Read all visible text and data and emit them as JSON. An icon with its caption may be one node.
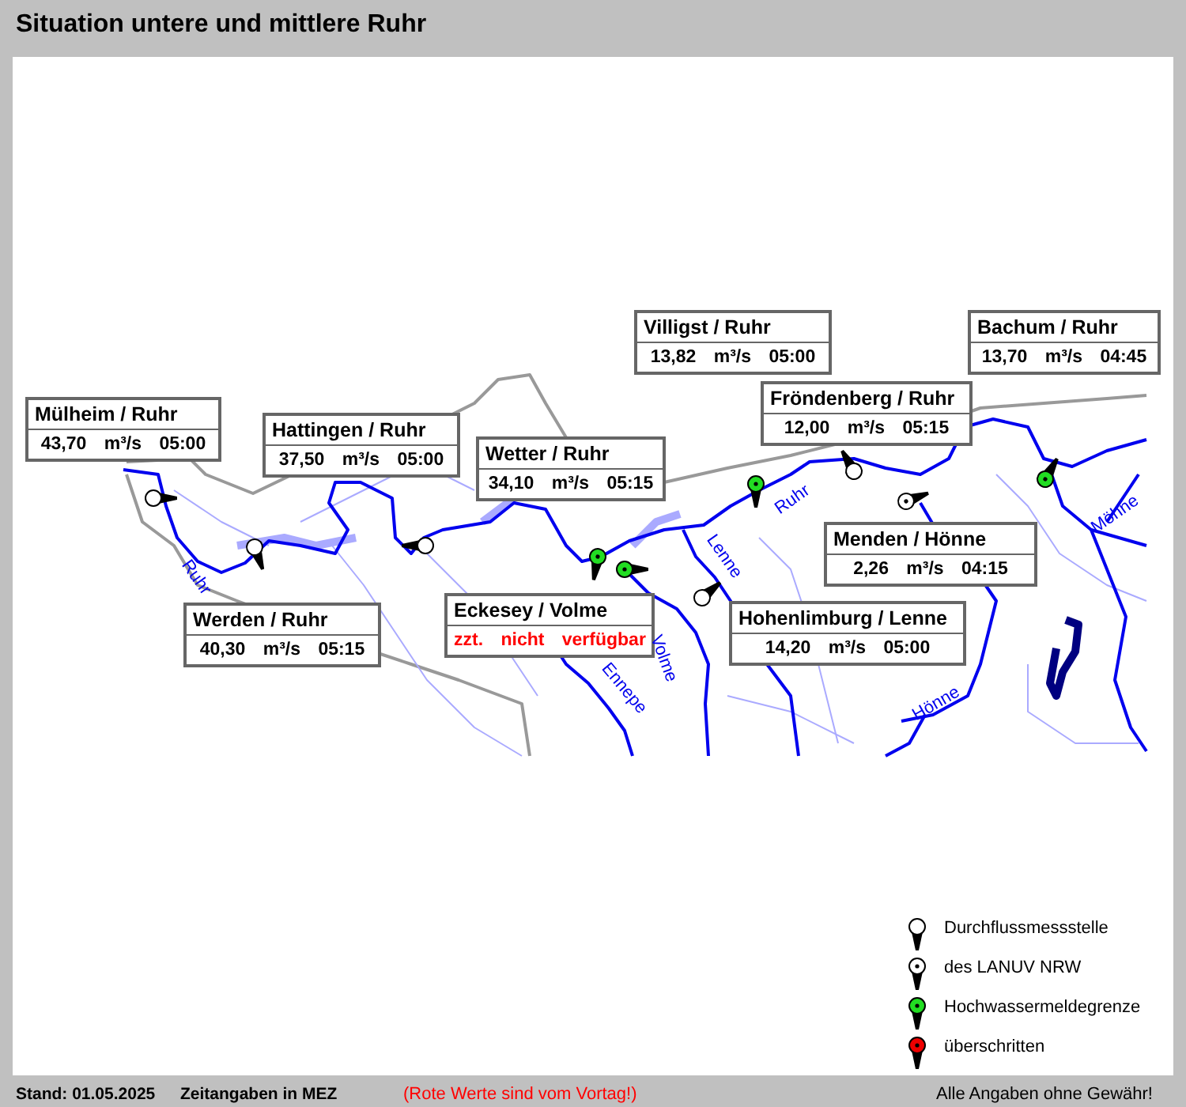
{
  "diagram": {
    "title": "Situation untere und mittlere Ruhr",
    "nodes": [
      {
        "text": [
          "Villigst / Ruhr",
          "13,82 m³/s 05:00"
        ]
      },
      {
        "text": [
          "Bachum / Ruhr",
          "13,70 m³/s 04:45"
        ]
      },
      {
        "text": [
          "Fröndenberg / Ruhr",
          "12,00 m³/s 05:15"
        ]
      },
      {
        "text": [
          "Mülheim / Ruhr",
          "43,70 m³/s 05:00"
        ]
      },
      {
        "text": [
          "Hattingen / Ruhr",
          "37,50 m³/s 05:00"
        ]
      },
      {
        "text": [
          "Wetter / Ruhr",
          "34,10 m³/s 05:15"
        ]
      },
      {
        "text": [
          "Menden / Hönne",
          "2,26 m³/s 04:15"
        ]
      },
      {
        "text": [
          "Eckesey / Volme",
          "zzt. nicht verfügbar"
        ]
      },
      {
        "text": [
          "Hohenlimburg / Lenne",
          "14,20 m³/s 05:00"
        ]
      },
      {
        "text": [
          "Werden / Ruhr",
          "40,30 m³/s 05:15"
        ]
      }
    ],
    "edges": [],
    "labels": [
      "Ruhr",
      "Möhne",
      "Ruhr",
      "Lenne",
      "Volme",
      "Ennepe",
      "Hönne",
      "Stand: 01.05.2025",
      "Zeitangaben in MEZ",
      "(Rote Werte sind vom Vortag!)",
      "Alle Angaben ohne Gewähr!"
    ],
    "legend": [
      {
        "text": "Durchflussmessstelle"
      },
      {
        "text": "des LANUV NRW"
      },
      {
        "text": "Hochwassermeldegrenze"
      },
      {
        "text": "überschritten"
      }
    ]
  }
}
